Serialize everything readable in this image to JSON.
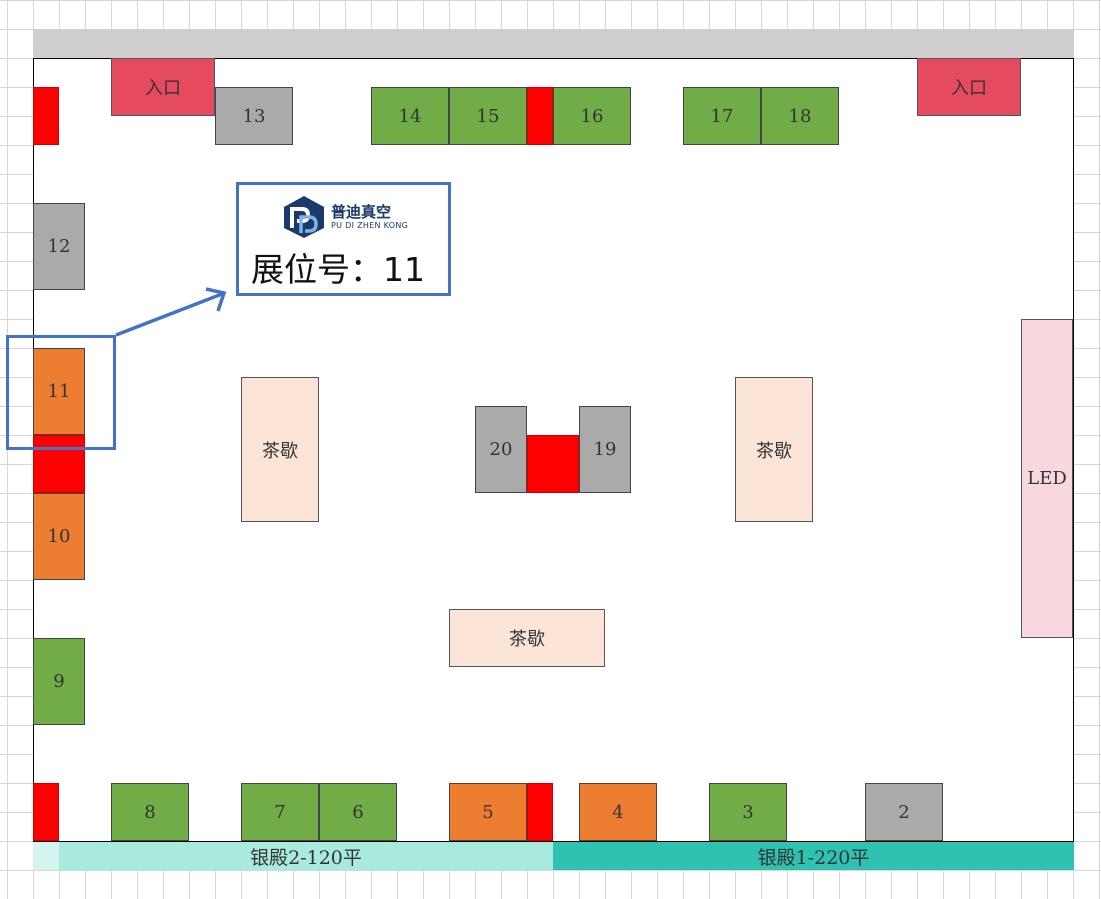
{
  "entrances": [
    "入口",
    "入口"
  ],
  "booths": {
    "b2": "2",
    "b3": "3",
    "b4": "4",
    "b5": "5",
    "b6": "6",
    "b7": "7",
    "b8": "8",
    "b9": "9",
    "b10": "10",
    "b11": "11",
    "b12": "12",
    "b13": "13",
    "b14": "14",
    "b15": "15",
    "b16": "16",
    "b17": "17",
    "b18": "18",
    "b19": "19",
    "b20": "20"
  },
  "tea_areas": [
    "茶歇",
    "茶歇",
    "茶歇"
  ],
  "led": "LED",
  "halls": {
    "hall2": "银殿2-120平",
    "hall1": "银殿1-220平"
  },
  "callout": {
    "logo_cn": "普迪真空",
    "logo_en": "PU DI ZHEN KONG",
    "booth_number": "展位号：11"
  },
  "colors": {
    "green": "#70ad47",
    "orange": "#ed7d31",
    "gray": "#aaaaaa",
    "red": "#ff0000",
    "tea": "#fce4d6",
    "entrance": "#e64a5f",
    "led": "#f8d7de",
    "hall2_bar": "#a9eadf",
    "hall1_bar": "#2fc2b0",
    "highlight": "#4472c4"
  }
}
